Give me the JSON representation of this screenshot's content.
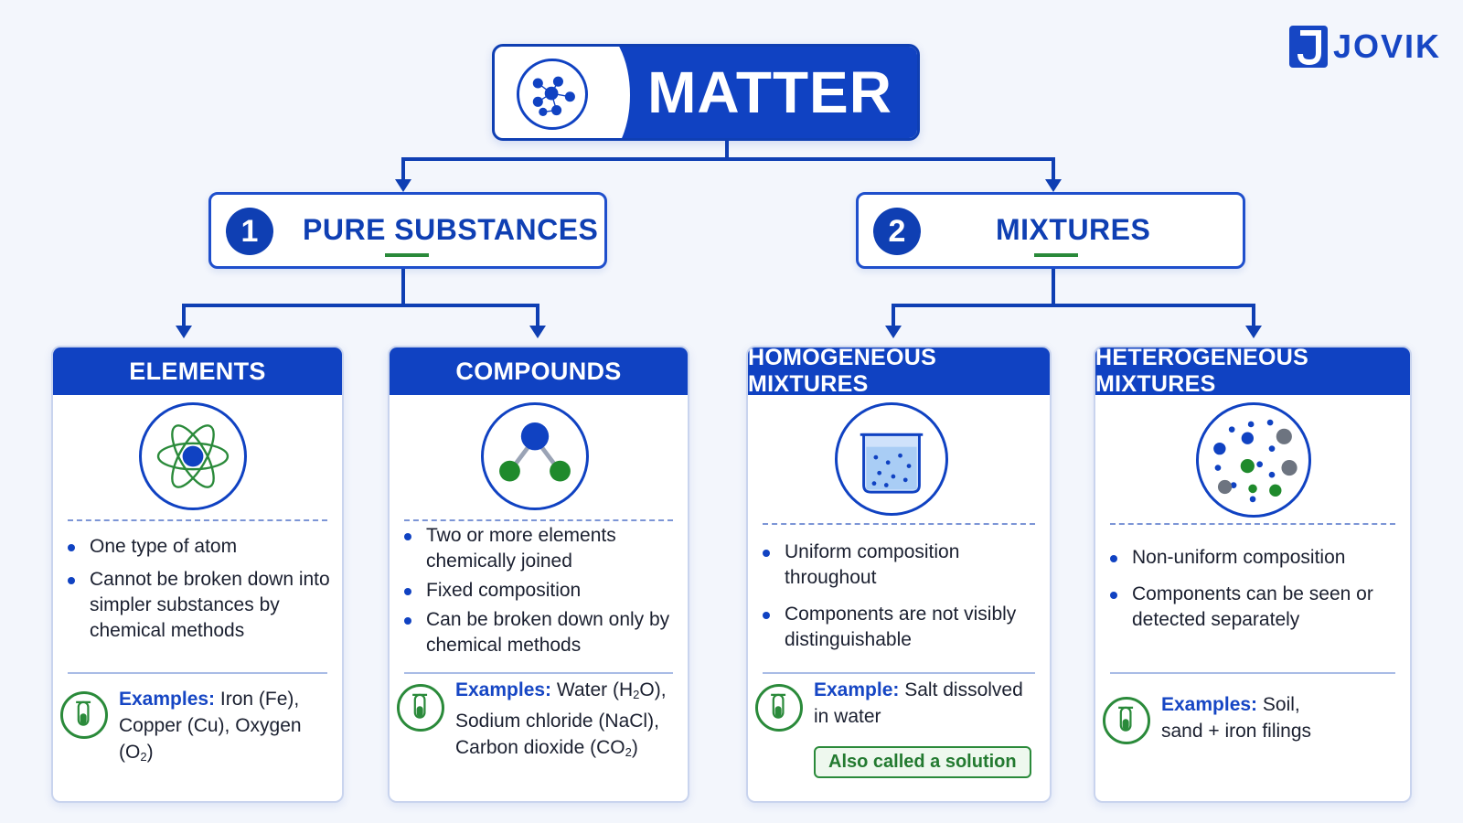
{
  "brand": {
    "name": "JOVIK"
  },
  "root": {
    "title": "MATTER",
    "icon": "molecule-network-icon"
  },
  "categories": [
    {
      "number": "1",
      "label": "PURE SUBSTANCES"
    },
    {
      "number": "2",
      "label": "MIXTURES"
    }
  ],
  "cards": {
    "elements": {
      "title": "ELEMENTS",
      "icon": "atom-icon",
      "bullets": [
        "One type of atom",
        "Cannot be broken down into simpler substances by chemical methods"
      ],
      "examples_label": "Examples:",
      "examples_line1": "Iron (Fe),",
      "examples_line2_pre": "Copper (Cu), Oxygen (O",
      "examples_line2_sub": "2",
      "examples_line2_post": ")"
    },
    "compounds": {
      "title": "COMPOUNDS",
      "icon": "molecule-icon",
      "bullets": [
        "Two or more elements chemically joined",
        "Fixed composition",
        "Can be broken down only by chemical methods"
      ],
      "examples_label": "Examples:",
      "examples_line1_pre": "Water (H",
      "examples_line1_sub": "2",
      "examples_line1_post": "O),",
      "examples_line2": "Sodium chloride (NaCl),",
      "examples_line3_pre": "Carbon dioxide (CO",
      "examples_line3_sub": "2",
      "examples_line3_post": ")"
    },
    "homogeneous": {
      "title": "HOMOGENEOUS MIXTURES",
      "icon": "beaker-icon",
      "bullets": [
        "Uniform composition throughout",
        "Components are not visibly distinguishable"
      ],
      "examples_label": "Example:",
      "examples_line1": "Salt dissolved",
      "examples_line2": "in water",
      "badge": "Also called a solution"
    },
    "heterogeneous": {
      "title": "HETEROGENEOUS MIXTURES",
      "icon": "particles-icon",
      "bullets": [
        "Non-uniform composition",
        "Components can be seen or detected separately"
      ],
      "examples_label": "Examples:",
      "examples_line1": "Soil,",
      "examples_line2": "sand + iron filings"
    }
  },
  "colors": {
    "primary": "#1042c2",
    "accent_green": "#2a8a3a",
    "background": "#f3f6fc"
  }
}
